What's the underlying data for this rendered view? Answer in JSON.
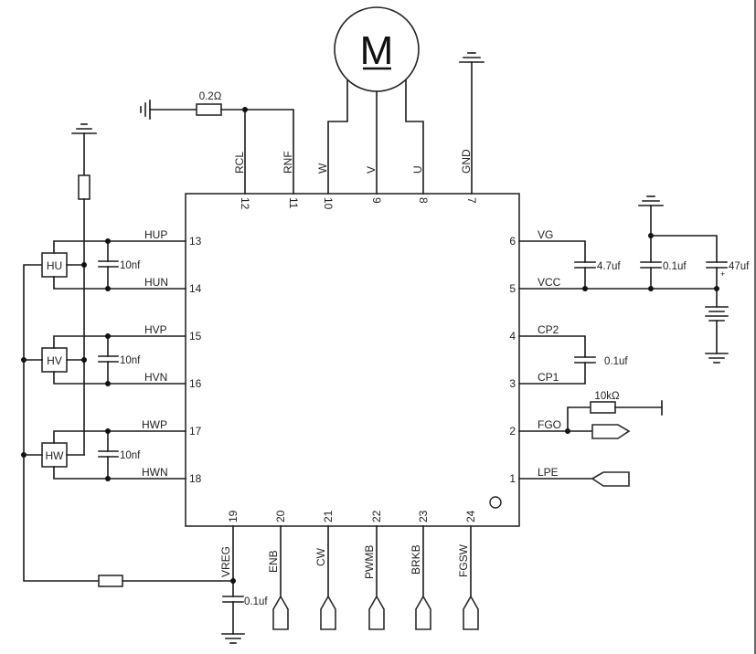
{
  "diagram": {
    "type": "schematic",
    "subject": "BLDC motor driver IC wiring",
    "motor": {
      "label": "M"
    },
    "ic": {
      "orientation_mark": "pin-1 circle",
      "pins_top": [
        {
          "num": "12",
          "name": "RCL"
        },
        {
          "num": "11",
          "name": "RNF"
        },
        {
          "num": "10",
          "name": "W"
        },
        {
          "num": "9",
          "name": "V"
        },
        {
          "num": "8",
          "name": "U"
        },
        {
          "num": "7",
          "name": "GND"
        }
      ],
      "pins_left": [
        {
          "num": "13",
          "name": "HUP"
        },
        {
          "num": "14",
          "name": "HUN"
        },
        {
          "num": "15",
          "name": "HVP"
        },
        {
          "num": "16",
          "name": "HVN"
        },
        {
          "num": "17",
          "name": "HWP"
        },
        {
          "num": "18",
          "name": "HWN"
        }
      ],
      "pins_right": [
        {
          "num": "6",
          "name": "VG"
        },
        {
          "num": "5",
          "name": "VCC"
        },
        {
          "num": "4",
          "name": "CP2"
        },
        {
          "num": "3",
          "name": "CP1"
        },
        {
          "num": "2",
          "name": "FGO"
        },
        {
          "num": "1",
          "name": "LPE"
        }
      ],
      "pins_bottom": [
        {
          "num": "19",
          "name": "VREG"
        },
        {
          "num": "20",
          "name": "ENB"
        },
        {
          "num": "21",
          "name": "CW"
        },
        {
          "num": "22",
          "name": "PWMB"
        },
        {
          "num": "23",
          "name": "BRKB"
        },
        {
          "num": "24",
          "name": "FGSW"
        }
      ]
    },
    "hall_sensors": [
      {
        "label": "HU",
        "cap": "10nf"
      },
      {
        "label": "HV",
        "cap": "10nf"
      },
      {
        "label": "HW",
        "cap": "10nf"
      }
    ],
    "components": {
      "sense_resistor": "0.2Ω",
      "vg_cap": "4.7uf",
      "vcc_cap": "0.1uf",
      "vcc_bulk_cap": "47uf",
      "vcc_bulk_cap_polarity": "+",
      "cp_cap": "0.1uf",
      "fgo_pullup": "10kΩ",
      "vreg_cap": "0.1uf"
    }
  }
}
